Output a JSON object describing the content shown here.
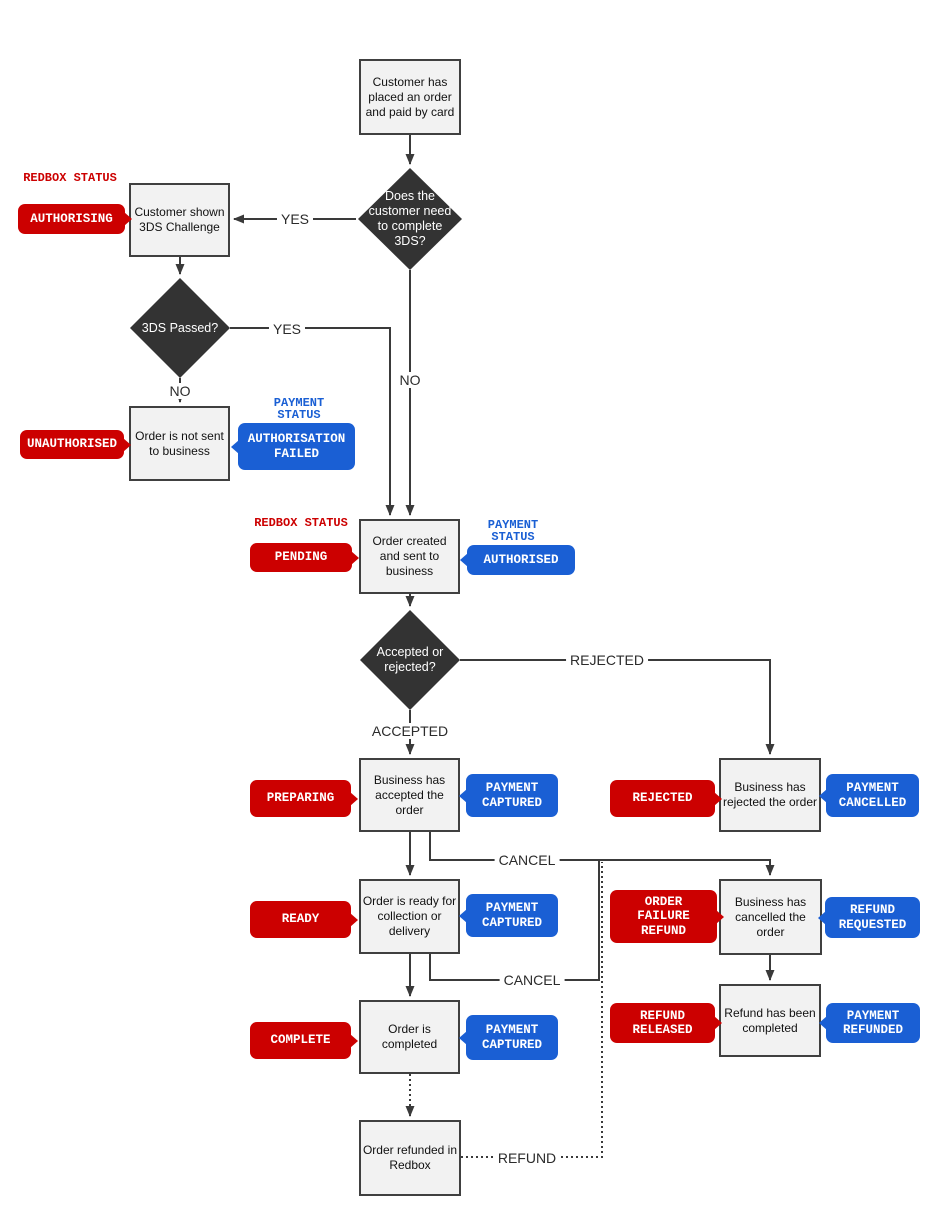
{
  "colors": {
    "redbox_red": "#CC0000",
    "payment_blue": "#1A5FD4",
    "node_fill": "#F2F2F2",
    "node_border": "#404040",
    "decision_fill": "#333333",
    "edge_line": "#3A3A3A"
  },
  "legend": {
    "redbox_status": "REDBOX STATUS",
    "payment_status": "PAYMENT STATUS"
  },
  "nodes": {
    "start": "Customer has placed an order and paid by card",
    "shown_3ds": "Customer shown 3DS Challenge",
    "not_sent": "Order is not sent to business",
    "created": "Order created and sent to business",
    "accepted": "Business has accepted the order",
    "rejected": "Business has rejected the order",
    "ready": "Order is ready for collection or delivery",
    "cancelled": "Business has cancelled the order",
    "completed": "Order is completed",
    "refund_completed": "Refund has been completed",
    "refunded_redbox": "Order refunded in Redbox"
  },
  "decisions": {
    "need_3ds": "Does the customer need to complete 3DS?",
    "passed_3ds": "3DS Passed?",
    "accept_reject": "Accepted or rejected?"
  },
  "edge_labels": {
    "yes_need_3ds": "YES",
    "no_need_3ds": "NO",
    "yes_3ds_passed": "YES",
    "no_3ds_passed": "NO",
    "accepted": "ACCEPTED",
    "rejected": "REJECTED",
    "cancel_from_accepted": "CANCEL",
    "cancel_from_ready": "CANCEL",
    "refund": "REFUND"
  },
  "redbox_statuses": {
    "authorising": "AUTHORISING",
    "unauthorised": "UNAUTHORISED",
    "pending": "PENDING",
    "preparing": "PREPARING",
    "rejected": "REJECTED",
    "ready": "READY",
    "order_failure_refund": "ORDER FAILURE REFUND",
    "complete": "COMPLETE",
    "refund_released": "REFUND RELEASED"
  },
  "payment_statuses": {
    "authorisation_failed": "AUTHORISATION FAILED",
    "authorised": "AUTHORISED",
    "captured_accepted": "PAYMENT CAPTURED",
    "cancelled": "PAYMENT CANCELLED",
    "captured_ready": "PAYMENT CAPTURED",
    "refund_requested": "REFUND REQUESTED",
    "captured_completed": "PAYMENT CAPTURED",
    "refunded": "PAYMENT REFUNDED"
  }
}
